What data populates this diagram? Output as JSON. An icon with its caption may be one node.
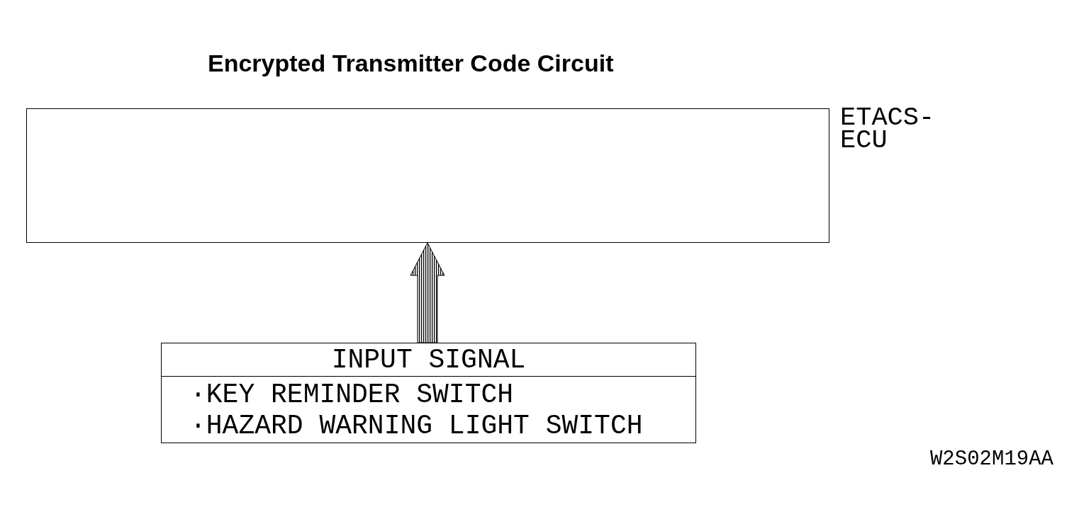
{
  "diagram": {
    "title": "Encrypted Transmitter Code Circuit",
    "nodes": [
      {
        "text": [
          "ETACS- ECU"
        ]
      },
      {
        "text": [
          "INPUT SIGNAL",
          "·KEY REMINDER SWITCH",
          "·HAZARD WARNING LIGHT SWITCH"
        ]
      }
    ],
    "edges": [
      {
        "from": 1,
        "to": 0,
        "arrow": "to",
        "style": "thick"
      }
    ],
    "labels": [
      "W2S02M19AA"
    ]
  }
}
